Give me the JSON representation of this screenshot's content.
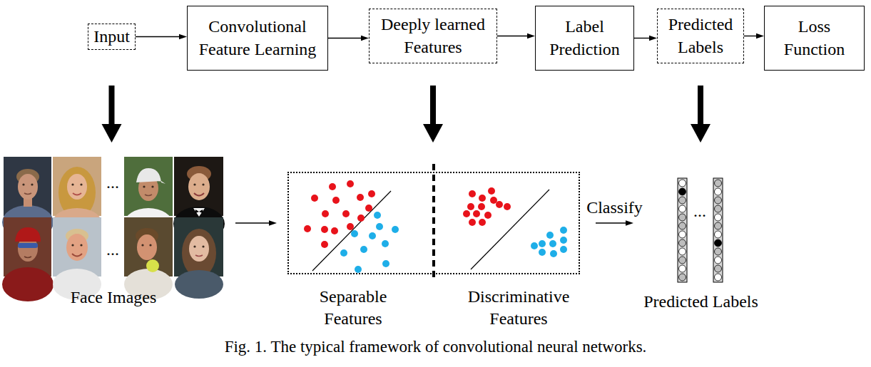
{
  "diagram": {
    "caption": "Fig. 1. The typical framework of convolutional neural networks.",
    "nodes": [
      {
        "text": [
          "Input"
        ]
      },
      {
        "text": [
          "Convolutional Feature Learning"
        ]
      },
      {
        "text": [
          "Deeply learned Features"
        ]
      },
      {
        "text": [
          "Label Prediction"
        ]
      },
      {
        "text": [
          "Predicted Labels"
        ]
      },
      {
        "text": [
          "Loss Function"
        ]
      },
      {
        "text": [
          "Face Images"
        ]
      },
      {
        "text": [
          "Separable Features",
          "Discriminative Features"
        ]
      },
      {
        "text": [
          "Predicted Labels"
        ]
      }
    ],
    "edges": [
      {
        "from": 0,
        "to": 1,
        "arrow": "to"
      },
      {
        "from": 1,
        "to": 2,
        "arrow": "to"
      },
      {
        "from": 2,
        "to": 3,
        "arrow": "to"
      },
      {
        "from": 3,
        "to": 4,
        "arrow": "to"
      },
      {
        "from": 4,
        "to": 5,
        "arrow": "to"
      },
      {
        "from": 0,
        "to": 6,
        "arrow": "to"
      },
      {
        "from": 2,
        "to": 7,
        "arrow": "to"
      },
      {
        "from": 4,
        "to": 8,
        "arrow": "to"
      },
      {
        "from": 6,
        "to": 7,
        "arrow": "to"
      },
      {
        "from": 7,
        "to": 8,
        "label": "Classify",
        "arrow": "to"
      }
    ],
    "labels": [
      "...",
      "...",
      "..."
    ]
  }
}
